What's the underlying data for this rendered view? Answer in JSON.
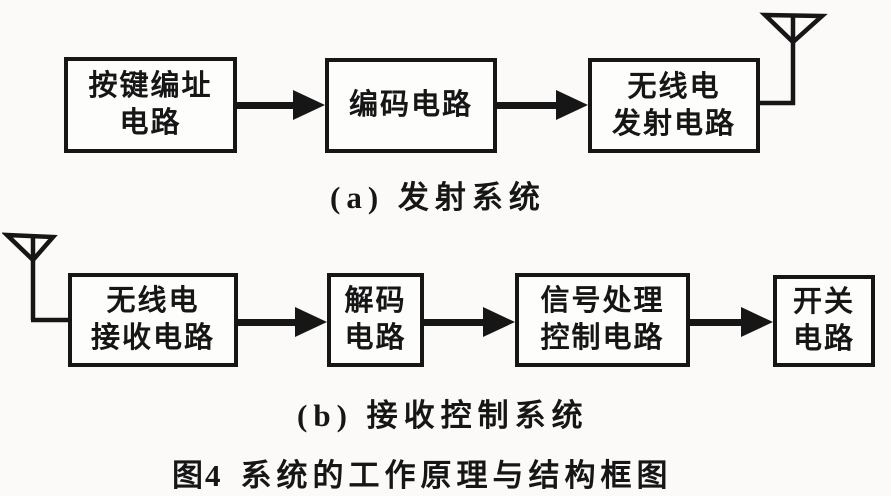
{
  "figure": {
    "caption_prefix": "图4",
    "caption_title": "系统的工作原理与结构框图"
  },
  "colors": {
    "ink": "#161616",
    "paper": "#fbfaf8",
    "box_fill": "#fdfdfb"
  },
  "icons": {
    "transmit_antenna": "antenna-icon",
    "receive_antenna": "antenna-icon",
    "flow_arrow": "arrow-right-icon"
  },
  "transmitter": {
    "caption": "(a) 发射系统",
    "boxes": [
      {
        "label": "按键编址\n电路"
      },
      {
        "label": "编码电路"
      },
      {
        "label": "无线电\n发射电路"
      }
    ]
  },
  "receiver": {
    "caption": "(b) 接收控制系统",
    "boxes": [
      {
        "label": "无线电\n接收电路"
      },
      {
        "label": "解码\n电路"
      },
      {
        "label": "信号处理\n控制电路"
      },
      {
        "label": "开关\n电路"
      }
    ]
  }
}
